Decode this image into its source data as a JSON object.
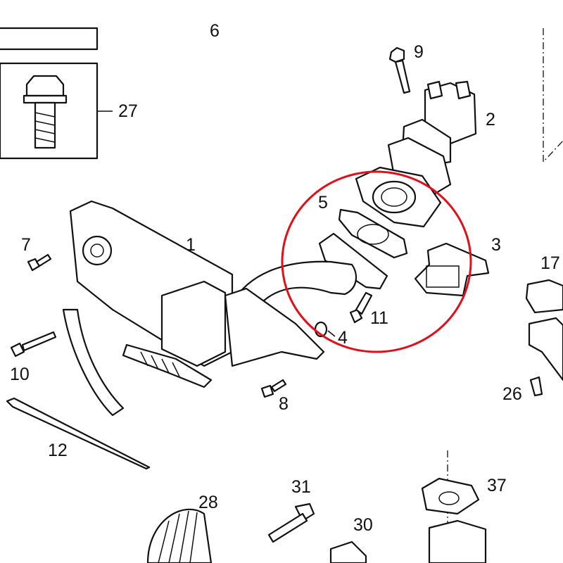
{
  "diagram": {
    "callouts": [
      "6",
      "9",
      "27",
      "2",
      "5",
      "3",
      "1",
      "7",
      "17",
      "11",
      "4",
      "10",
      "26",
      "8",
      "12",
      "31",
      "28",
      "30",
      "37"
    ],
    "highlight_color": "#e0101a",
    "line_color": "#111111"
  }
}
